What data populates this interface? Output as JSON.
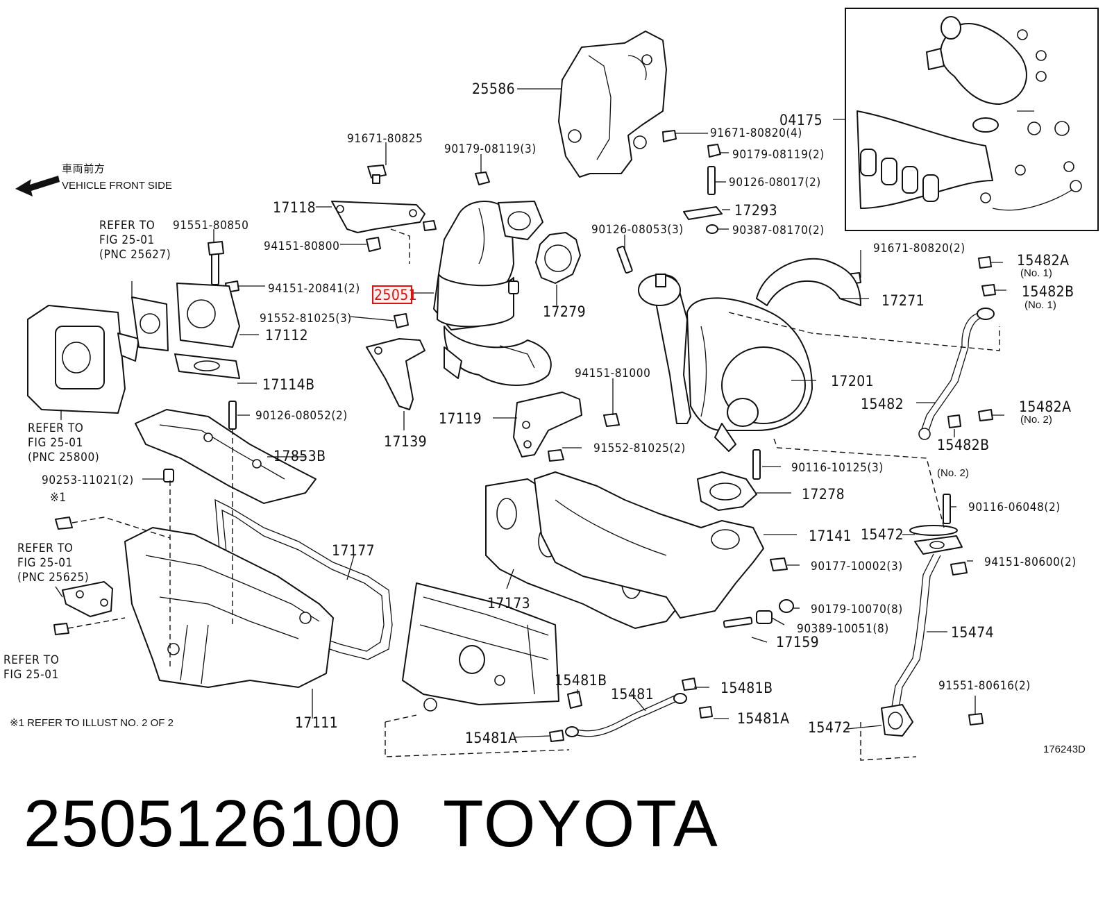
{
  "header": {
    "vehicle_front_jp": "車両前方",
    "vehicle_front_en": "VEHICLE FRONT SIDE"
  },
  "highlight_color": "#e01010",
  "highlighted_part": "25051",
  "labels": {
    "p25586": "25586",
    "p91671_80825": "91671-80825",
    "p90179_08119_3": "90179-08119(3)",
    "p91671_80820_4": "91671-80820(4)",
    "p04175": "04175",
    "p90179_08119_2": "90179-08119(2)",
    "p90126_08017_2": "90126-08017(2)",
    "p17118": "17118",
    "p17293": "17293",
    "p90387_08170_2": "90387-08170(2)",
    "p91551_80850": "91551-80850",
    "p94151_80800": "94151-80800",
    "p90126_08053_3": "90126-08053(3)",
    "p91671_80820_2": "91671-80820(2)",
    "p15482A_1": "15482A",
    "p15482A_1_no": "(No. 1)",
    "p94151_20841_2": "94151-20841(2)",
    "p25051": "25051",
    "p15482B_1": "15482B",
    "p15482B_1_no": "(No. 1)",
    "p17279": "17279",
    "p17271": "17271",
    "p91552_81025_3": "91552-81025(3)",
    "p17112": "17112",
    "p94151_81000": "94151-81000",
    "p17114B": "17114B",
    "p17201": "17201",
    "p15482": "15482",
    "p15482A_2": "15482A",
    "p15482A_2_no": "(No. 2)",
    "p90126_08052_2": "90126-08052(2)",
    "p17119": "17119",
    "p17139": "17139",
    "p91552_81025_2": "91552-81025(2)",
    "p15482B_2": "15482B",
    "p15482B_2_no": "(No. 2)",
    "p17853B": "17853B",
    "p90116_10125_3": "90116-10125(3)",
    "p90253_11021_2": "90253-11021(2)",
    "p17278": "17278",
    "p90116_06048_2": "90116-06048(2)",
    "p15472_a": "15472",
    "p17141": "17141",
    "p17177": "17177",
    "p94151_80600_2": "94151-80600(2)",
    "p90177_10002_3": "90177-10002(3)",
    "p17173": "17173",
    "p90179_10070_8": "90179-10070(8)",
    "p90389_10051_8": "90389-10051(8)",
    "p15474": "15474",
    "p17159": "17159",
    "p15481B_a": "15481B",
    "p15481": "15481",
    "p15481B_b": "15481B",
    "p91551_80616_2": "91551-80616(2)",
    "p15481A_a": "15481A",
    "p15472_b": "15472",
    "p15481A_b": "15481A",
    "p17111": "17111"
  },
  "refers": {
    "r1_line1": "REFER TO",
    "r1_line2": "FIG 25-01",
    "r1_line3": "(PNC 25627)",
    "r2_line1": "REFER TO",
    "r2_line2": "FIG 25-01",
    "r2_line3": "(PNC 25800)",
    "r3_line1": "REFER TO",
    "r3_line2": "FIG 25-01",
    "r3_line3": "(PNC 25625)",
    "r4_line1": "REFER TO",
    "r4_line2": "FIG 25-01",
    "mark": "※1"
  },
  "footnote": "※1  REFER TO ILLUST NO. 2 OF 2",
  "illustration_number": "176243D",
  "footer": {
    "part_number": "2505126100",
    "brand": "TOYOTA"
  }
}
